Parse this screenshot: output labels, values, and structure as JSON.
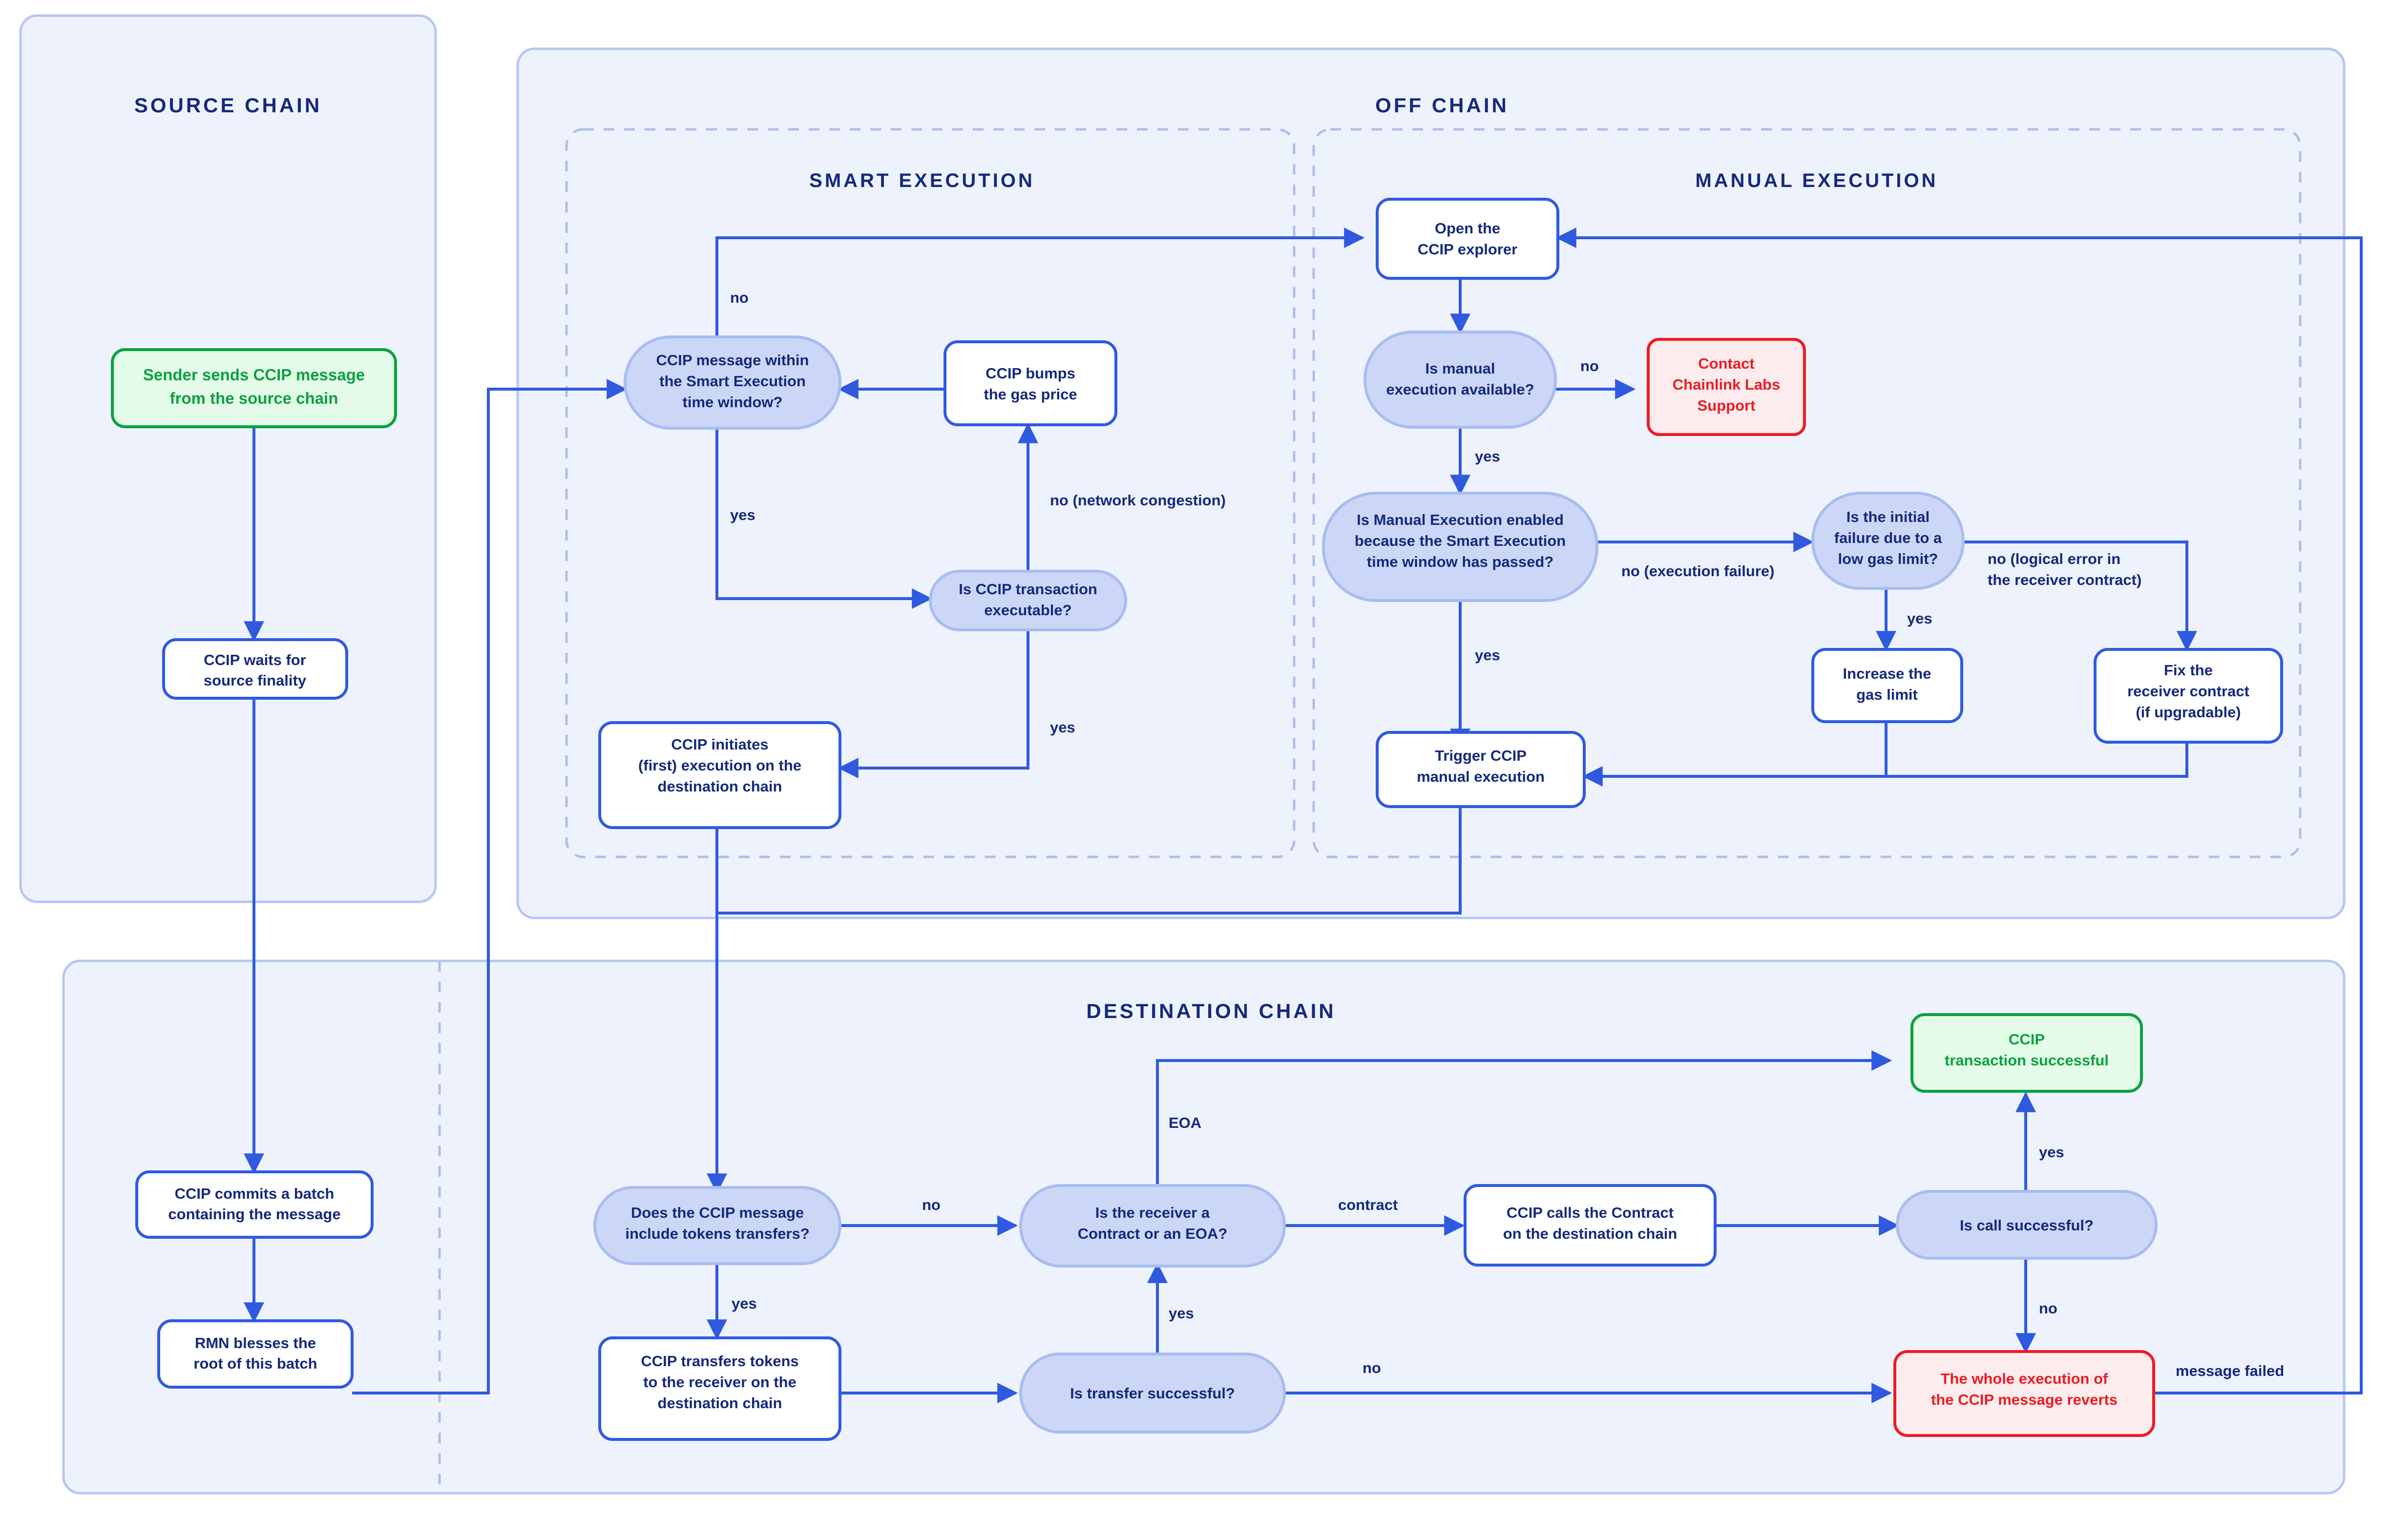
{
  "diagram": {
    "title": "CCIP Execution Flow",
    "colors": {
      "lane_fill": "#eef2fd",
      "lane_border": "#b6c6f2",
      "sub_lane_border": "#aec0e8",
      "edge": "#2f5ae0",
      "text_navy": "#15297c",
      "process_fill": "#ffffff",
      "process_border": "#2f5ae0",
      "decision_fill": "#ccd7f7",
      "decision_border": "#a8bdf0",
      "success_fill": "#e4fbe9",
      "success_border": "#0ba140",
      "success_text": "#0ba140",
      "error_fill": "#fdeced",
      "error_border": "#ec1c24",
      "error_text": "#ec1c24"
    },
    "lanes": [
      {
        "id": "source-chain",
        "label": "SOURCE CHAIN"
      },
      {
        "id": "off-chain",
        "label": "OFF CHAIN"
      },
      {
        "id": "smart-execution",
        "label": "SMART EXECUTION"
      },
      {
        "id": "manual-execution",
        "label": "MANUAL EXECUTION"
      },
      {
        "id": "destination-chain",
        "label": "DESTINATION CHAIN"
      }
    ],
    "nodes": {
      "sender_sends": "Sender sends CCIP message\nfrom the source chain",
      "waits_finality": "CCIP waits for\nsource finality",
      "commits_batch": "CCIP commits a batch\ncontaining the message",
      "rmn_blesses": "RMN blesses the\nroot of this batch",
      "within_window": "CCIP message within\nthe Smart Execution\ntime window?",
      "bumps_gas": "CCIP bumps\nthe gas price",
      "is_executable": "Is CCIP transaction\nexecutable?",
      "initiates_exec": "CCIP initiates\n(first) execution on the\ndestination chain",
      "open_explorer": "Open the\nCCIP explorer",
      "manual_available": "Is manual\nexecution available?",
      "contact_support": "Contact\nChainlink Labs\nSupport",
      "manual_enabled": "Is Manual Execution enabled\nbecause the Smart Execution\ntime window has passed?",
      "initial_failure": "Is the initial\nfailure due to a\nlow gas limit?",
      "increase_gas": "Increase the\ngas limit",
      "fix_receiver": "Fix the\nreceiver contract\n(if upgradable)",
      "trigger_manual": "Trigger CCIP\nmanual execution",
      "include_tokens": "Does the CCIP message\ninclude tokens transfers?",
      "transfers_tokens": "CCIP transfers tokens\nto the receiver on the\ndestination chain",
      "transfer_successful": "Is transfer successful?",
      "receiver_type": "Is the receiver a\nContract or an EOA?",
      "calls_contract": "CCIP calls the Contract\non the destination chain",
      "call_successful": "Is call successful?",
      "tx_successful": "CCIP\ntransaction successful",
      "whole_reverts": "The whole execution of\nthe CCIP message reverts"
    },
    "edge_labels": {
      "no_window": "no",
      "yes_window": "yes",
      "no_congestion": "no (network congestion)",
      "yes_executable": "yes",
      "no_manual_available": "no",
      "yes_manual_available": "yes",
      "no_execution_failure": "no (execution failure)",
      "yes_manual_enabled": "yes",
      "yes_low_gas": "yes",
      "no_logical_error": "no (logical error in\nthe receiver contract)",
      "no_tokens": "no",
      "yes_tokens": "yes",
      "eoa": "EOA",
      "contract": "contract",
      "yes_transfer": "yes",
      "no_transfer": "no",
      "yes_call": "yes",
      "no_call": "no",
      "message_failed": "message failed"
    }
  }
}
